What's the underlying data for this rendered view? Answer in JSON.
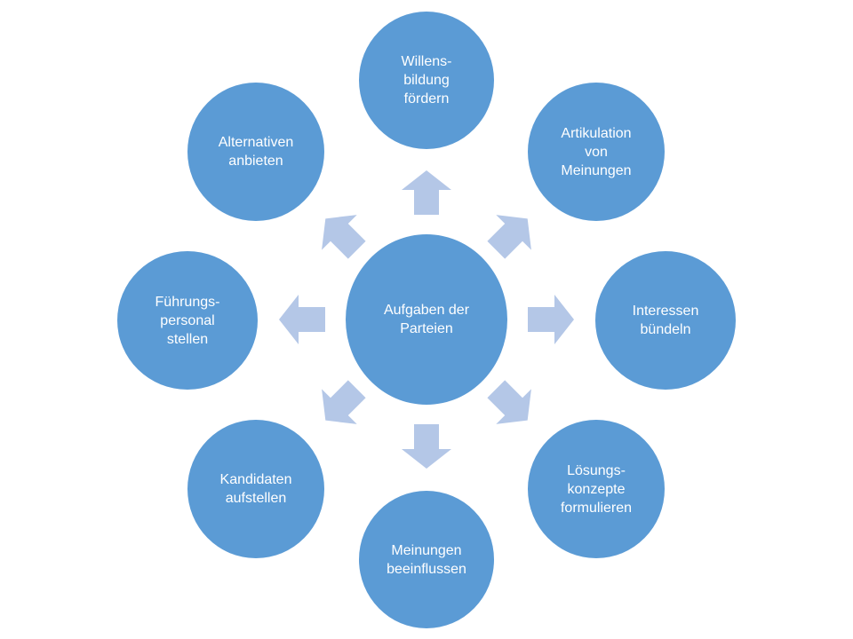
{
  "diagram": {
    "center": {
      "label": "Aufgaben der\nParteien"
    },
    "nodes": [
      {
        "id": "willensbildung",
        "label": "Willens-\nbildung\nfördern"
      },
      {
        "id": "artikulation",
        "label": "Artikulation\nvon\nMeinungen"
      },
      {
        "id": "interessen",
        "label": "Interessen\nbündeln"
      },
      {
        "id": "loesungskonzepte",
        "label": "Lösungs-\nkonzepte\nformulieren"
      },
      {
        "id": "meinungen",
        "label": "Meinungen\nbeeinflussen"
      },
      {
        "id": "kandidaten",
        "label": "Kandidaten\naufstellen"
      },
      {
        "id": "fuehrungspersonal",
        "label": "Führungs-\npersonal\nstellen"
      },
      {
        "id": "alternativen",
        "label": "Alternativen\nanbieten"
      }
    ],
    "colors": {
      "circle": "#5b9bd5",
      "arrow": "#b4c7e7",
      "text": "#ffffff"
    }
  }
}
